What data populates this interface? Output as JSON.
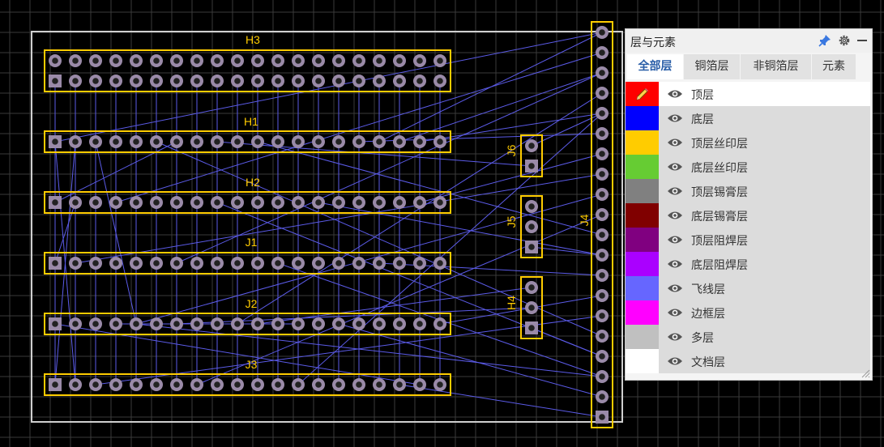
{
  "colors": {
    "background": "#000000",
    "grid": "#3a3a3a",
    "outline": "#cfcfcf",
    "silkscreen": "#ffcc00",
    "pad_ring": "#9a8aa8",
    "pad_hole": "#222222",
    "ratsnest": "#5b5be8"
  },
  "components": [
    {
      "ref": "H3"
    },
    {
      "ref": "H1"
    },
    {
      "ref": "H2"
    },
    {
      "ref": "J1"
    },
    {
      "ref": "J2"
    },
    {
      "ref": "J3"
    },
    {
      "ref": "J4"
    },
    {
      "ref": "J5"
    },
    {
      "ref": "J6"
    },
    {
      "ref": "H4"
    }
  ],
  "panel": {
    "title": "层与元素",
    "icons": {
      "pin": "pin-icon",
      "settings": "gear-icon",
      "minimize": "minimize-icon"
    },
    "tabs": [
      {
        "label": "全部层",
        "active": true
      },
      {
        "label": "铜箔层",
        "active": false
      },
      {
        "label": "非铜箔层",
        "active": false
      },
      {
        "label": "元素",
        "active": false
      }
    ],
    "layers": [
      {
        "label": "顶层",
        "color": "#ff0000",
        "current": true
      },
      {
        "label": "底层",
        "color": "#0000ff"
      },
      {
        "label": "顶层丝印层",
        "color": "#ffcc00"
      },
      {
        "label": "底层丝印层",
        "color": "#66cc33"
      },
      {
        "label": "顶层锡膏层",
        "color": "#808080"
      },
      {
        "label": "底层锡膏层",
        "color": "#800000"
      },
      {
        "label": "顶层阻焊层",
        "color": "#800080"
      },
      {
        "label": "底层阻焊层",
        "color": "#aa00ff"
      },
      {
        "label": "飞线层",
        "color": "#6666ff"
      },
      {
        "label": "边框层",
        "color": "#ff00ff"
      },
      {
        "label": "多层",
        "color": "#c0c0c0"
      },
      {
        "label": "文档层",
        "color": "#ffffff"
      }
    ]
  }
}
